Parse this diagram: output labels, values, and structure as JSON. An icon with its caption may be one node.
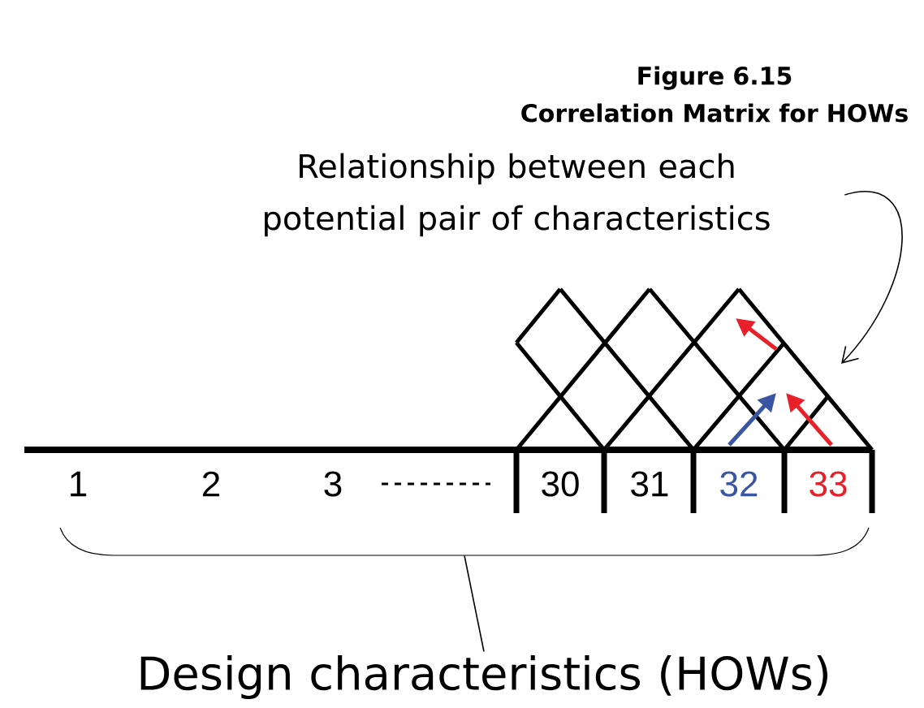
{
  "diagram": {
    "title": "Figure 6.15 Correlation Matrix for HOWs",
    "nodes": [
      {
        "text": [
          "Relationship between each potential pair of characteristics"
        ]
      },
      {
        "text": [
          "Design characteristics (HOWs)"
        ]
      },
      {
        "text": [],
        "shape": "brace"
      }
    ],
    "edges": [
      {
        "from": 0,
        "to": null,
        "arrow": "to"
      },
      {
        "from": 1,
        "to": 2,
        "arrow": "none"
      }
    ],
    "labels": [
      "1",
      "2",
      "3",
      "30",
      "31",
      "32",
      "33"
    ]
  }
}
